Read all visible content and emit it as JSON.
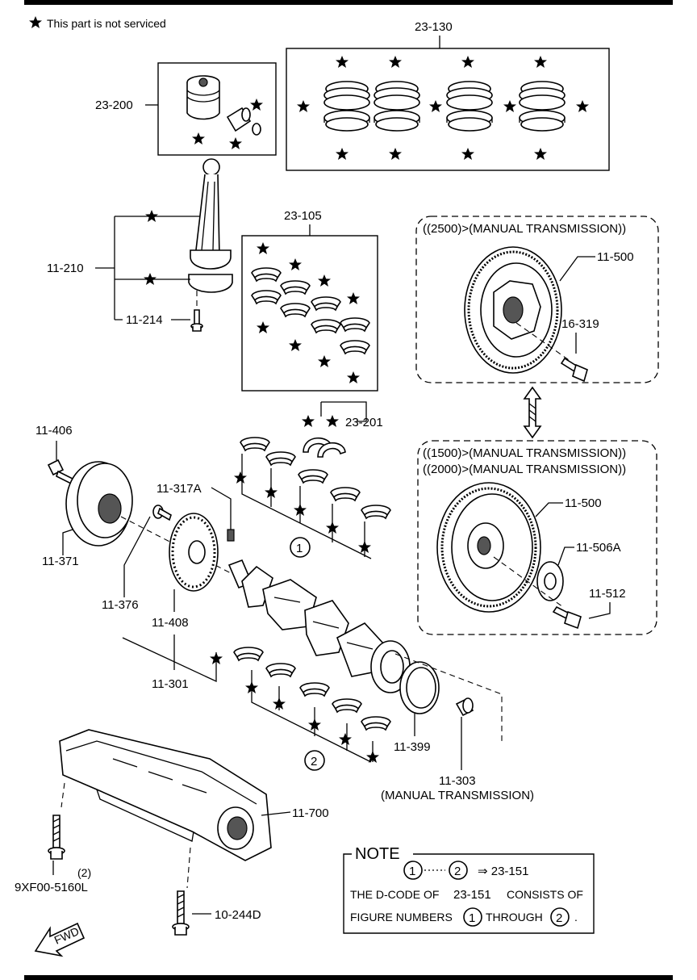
{
  "legend": {
    "text": "This part is not serviced"
  },
  "labels": {
    "p23_130": "23-130",
    "p23_200": "23-200",
    "p11_210": "11-210",
    "p11_214": "11-214",
    "p23_105": "23-105",
    "p11_500_top": "11-500",
    "p16_319": "16-319",
    "p23_201": "23-201",
    "p11_406": "11-406",
    "p11_371": "11-371",
    "p11_317A": "11-317A",
    "p11_376": "11-376",
    "p11_408": "11-408",
    "p11_301": "11-301",
    "p11_500_bottom": "11-500",
    "p11_506A": "11-506A",
    "p11_512": "11-512",
    "p11_399": "11-399",
    "p11_303": "11-303",
    "p11_303_note": "(MANUAL TRANSMISSION)",
    "p11_700": "11-700",
    "p9xf00": "9XF00-5160L",
    "p9xf00_qty": "(2)",
    "p10_244D": "10-244D",
    "fwd": "FWD"
  },
  "variants": {
    "top": "((2500)>(MANUAL TRANSMISSION))",
    "bottom_1": "((1500)>(MANUAL TRANSMISSION))",
    "bottom_2": "((2000)>(MANUAL TRANSMISSION))"
  },
  "callouts": {
    "c1": "1",
    "c2": "2"
  },
  "note": {
    "title": "NOTE",
    "from": "1",
    "to": "2",
    "arrow_text": "⇒ 23-151",
    "line2a": "THE D-CODE OF",
    "line2b": "23-151",
    "line2c": "CONSISTS OF",
    "line3a": "FIGURE NUMBERS",
    "line3b": "1",
    "line3c": "THROUGH",
    "line3d": "2",
    "line3e": "."
  },
  "icons": [
    "star-icon",
    "fwd-arrow-icon"
  ]
}
